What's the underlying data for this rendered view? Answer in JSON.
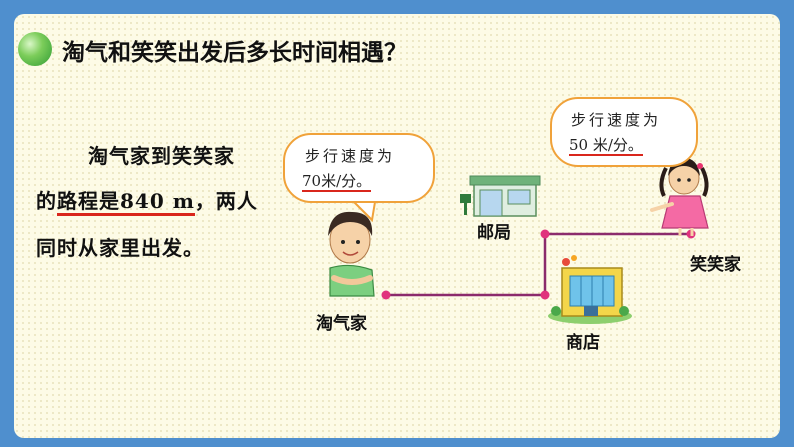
{
  "title": "淘气和笑笑出发后多长时间相遇？",
  "problem": {
    "line1": "淘气家到笑笑家",
    "line2_pre": "的",
    "line2_u": "路程是840 m",
    "line2_post": "，两人",
    "line3": "同时从家里出发。"
  },
  "taoqi_speech": {
    "line1": "步行速度为",
    "line2": "70米/分。"
  },
  "xiaoxiao_speech": {
    "line1": "步行速度为",
    "line2": "50 米/分。"
  },
  "places": {
    "taoqi_home": "淘气家",
    "post_office": "邮局",
    "shop": "商店",
    "xiaoxiao_home": "笑笑家"
  },
  "colors": {
    "route": "#8b2b6c",
    "node": "#e0337d",
    "underline": "#d9261c",
    "bubble_border": "#f0a23a"
  }
}
